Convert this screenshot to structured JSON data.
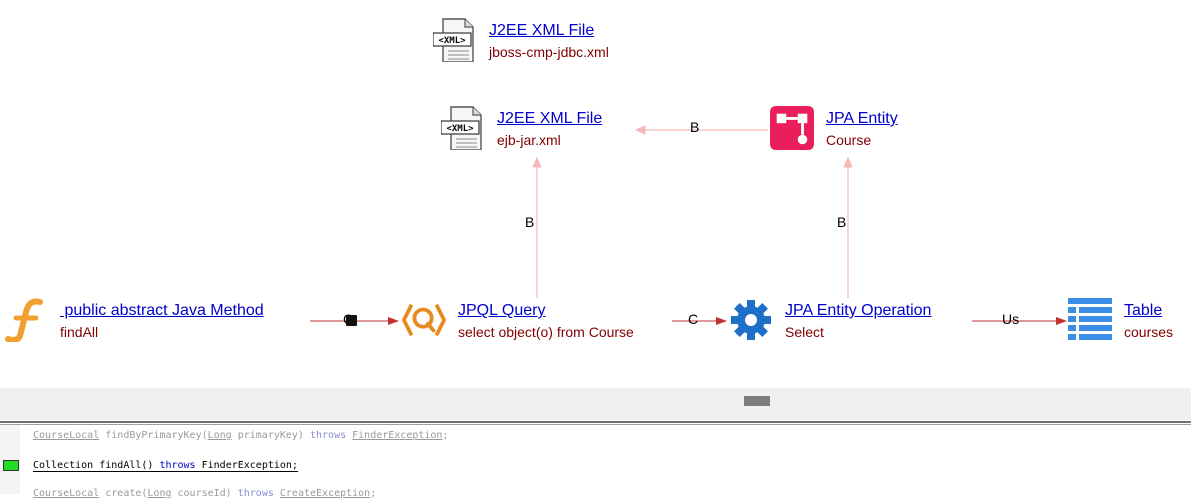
{
  "nodes": {
    "xml_jboss": {
      "title": "J2EE XML File",
      "subtitle": "jboss-cmp-jdbc.xml",
      "icon": "xml-file-icon"
    },
    "xml_ejb": {
      "title": "J2EE XML File",
      "subtitle": "ejb-jar.xml",
      "icon": "xml-file-icon"
    },
    "jpa_entity": {
      "title": "JPA Entity",
      "subtitle": "Course",
      "icon": "entity-icon",
      "color": "#e91e5a"
    },
    "java_method": {
      "title": " public abstract Java Method",
      "subtitle": "findAll",
      "icon": "function-icon",
      "color": "#f0a030"
    },
    "jpql_query": {
      "title": "JPQL Query",
      "subtitle": "select object(o) from Course",
      "icon": "query-icon",
      "color": "#e88a20"
    },
    "entity_op": {
      "title": "JPA Entity Operation",
      "subtitle": "Select",
      "icon": "gear-icon",
      "color": "#1e6fc8"
    },
    "table": {
      "title": "Table",
      "subtitle": "courses",
      "icon": "table-icon",
      "color": "#3a8ee6"
    }
  },
  "edges": {
    "entity_to_ejb": "B",
    "query_to_ejb": "B",
    "op_to_entity": "B",
    "method_to_query": "C",
    "query_to_op": "C",
    "op_to_table": "Us"
  },
  "code": {
    "line1": {
      "type": "CourseLocal",
      "rest": " findByPrimaryKey(",
      "arg_type": "Long",
      "arg": " primaryKey) ",
      "kw": "throws",
      "ex": "FinderException",
      "end": ";"
    },
    "line2": {
      "type": "Collection",
      "rest": " findAll() ",
      "kw": "throws",
      "ex": "FinderException",
      "end": ";"
    },
    "line3": {
      "type": "CourseLocal",
      "rest": " create(",
      "arg_type": "Long",
      "arg": " courseId) ",
      "kw": "throws",
      "ex": "CreateException",
      "end": ";"
    }
  },
  "colors": {
    "edge": "#f4b8b8",
    "arrow_dark": "#c03030",
    "link": "#0000cc",
    "subtitle": "#800000"
  }
}
